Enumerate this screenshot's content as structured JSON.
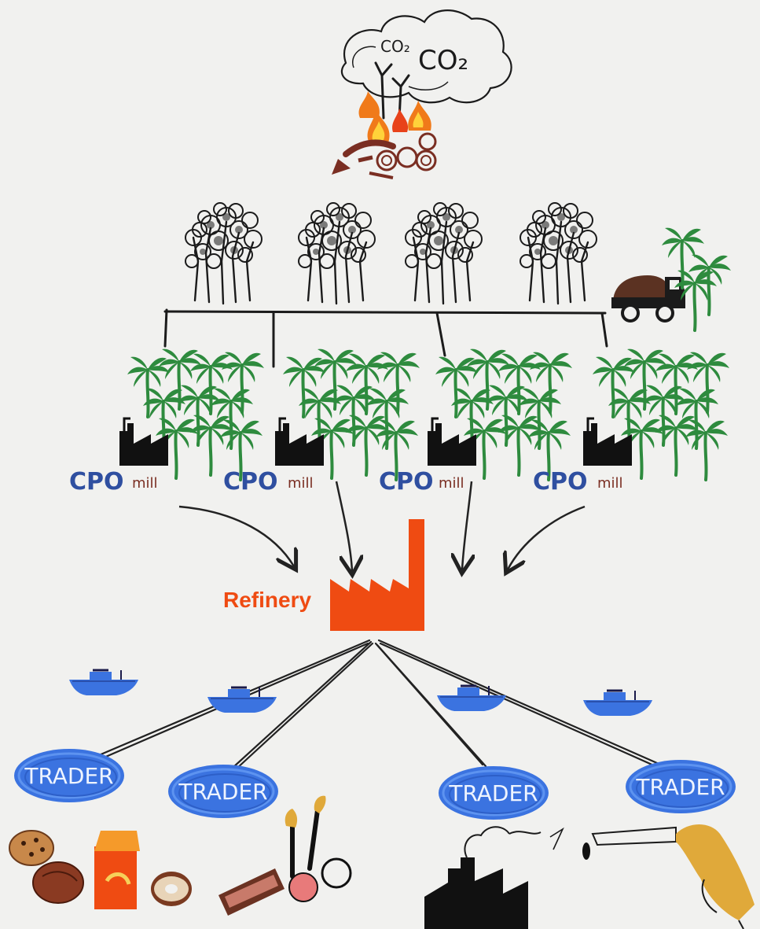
{
  "emissions": {
    "co2_small": "CO₂",
    "co2_large": "CO₂"
  },
  "mill_label": {
    "cpo": "CPO",
    "mill": "mill"
  },
  "refinery": {
    "label": "Refinery"
  },
  "traders": [
    "TRADER",
    "TRADER",
    "TRADER",
    "TRADER"
  ],
  "colors": {
    "background": "#f1f1ef",
    "palm_green": "#2e8b3e",
    "refinery_orange": "#ef4b12",
    "trader_blue": "#3b73e0",
    "cpo_blue": "#2f4fa0",
    "mill_brown": "#7a2e22",
    "fire_orange": "#f07a1a",
    "fuel_yellow": "#e0a93a"
  },
  "icons": [
    "fire-icon",
    "co2-cloud-icon",
    "forest-icon",
    "truck-icon",
    "palm-tree-icon",
    "mill-factory-icon",
    "refinery-factory-icon",
    "ship-icon",
    "trader-bubble-icon",
    "food-icon",
    "cosmetics-icon",
    "industry-icon",
    "fuel-nozzle-icon"
  ]
}
